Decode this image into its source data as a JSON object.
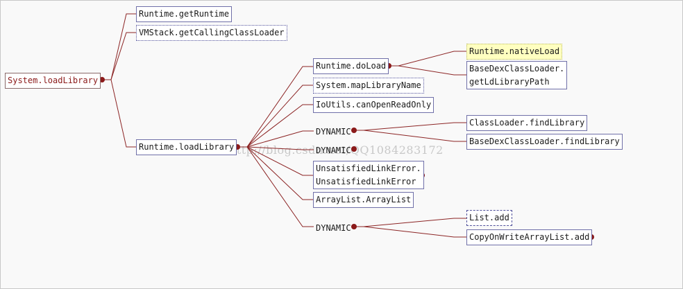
{
  "watermark": "http://blog.csdn.net/QQ1084283172",
  "colors": {
    "edge": "#8b2323",
    "expand_dot": "#8b1a1a",
    "node_border": "#6f6fa8",
    "highlight": "#ffffc0"
  },
  "nodes": {
    "root": "System.loadLibrary",
    "getRuntime": "Runtime.getRuntime",
    "getCallingClassLoader": "VMStack.getCallingClassLoader",
    "loadLibrary": "Runtime.loadLibrary",
    "doLoad": "Runtime.doLoad",
    "mapLibraryName": "System.mapLibraryName",
    "canOpenReadOnly": "IoUtils.canOpenReadOnly",
    "dynamic1": "DYNAMIC",
    "dynamic2": "DYNAMIC",
    "unsatisfied_line1": "UnsatisfiedLinkError.",
    "unsatisfied_line2": "UnsatisfiedLinkError",
    "arrayList": "ArrayList.ArrayList",
    "dynamic3": "DYNAMIC",
    "nativeLoad": "Runtime.nativeLoad",
    "getLdLibraryPath_line1": "BaseDexClassLoader.",
    "getLdLibraryPath_line2": "getLdLibraryPath",
    "findLibrary": "ClassLoader.findLibrary",
    "baseFindLibrary": "BaseDexClassLoader.findLibrary",
    "listAdd": "List.add",
    "cowAdd": "CopyOnWriteArrayList.add"
  }
}
